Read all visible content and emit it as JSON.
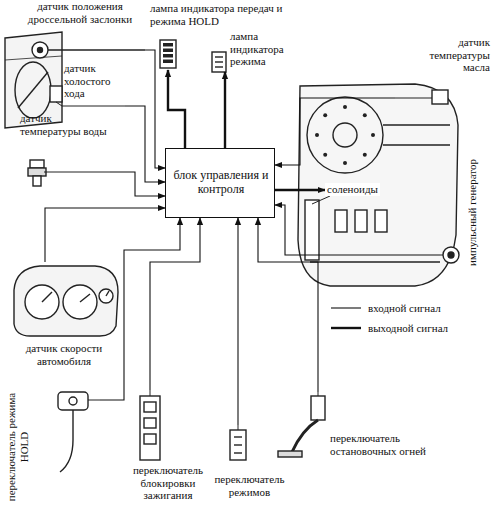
{
  "diagram": {
    "nodes": [
      {
        "text": [
          "датчик положения дроссельной заслонки"
        ]
      },
      {
        "text": [
          "лампа индикатора передач и режима HOLD"
        ]
      },
      {
        "text": [
          "лампа индикатора режима"
        ]
      },
      {
        "text": [
          "датчик холостого хода"
        ]
      },
      {
        "text": [
          "датчик температуры масла"
        ]
      },
      {
        "text": [
          "датчик температуры воды"
        ]
      },
      {
        "text": [
          "блок управления и контроля"
        ]
      },
      {
        "text": [
          "соленоиды"
        ]
      },
      {
        "text": [
          "импульсный генератор"
        ]
      },
      {
        "text": [
          "датчик скорости автомобиля"
        ]
      },
      {
        "text": [
          "переключатель режима HOLD"
        ]
      },
      {
        "text": [
          "переключатель остановочных огней"
        ]
      },
      {
        "text": [
          "переключатель блокировки зажигания"
        ]
      },
      {
        "text": [
          "переключатель режимов"
        ]
      }
    ],
    "edges": [
      {
        "from": 0,
        "to": 6,
        "arrow": "to"
      },
      {
        "from": 3,
        "to": 6,
        "arrow": "to"
      },
      {
        "from": 5,
        "to": 6,
        "arrow": "to"
      },
      {
        "from": 9,
        "to": 6,
        "arrow": "to"
      },
      {
        "from": 10,
        "to": 6,
        "arrow": "to"
      },
      {
        "from": 12,
        "to": 6,
        "arrow": "to"
      },
      {
        "from": 13,
        "to": 6,
        "arrow": "to"
      },
      {
        "from": 11,
        "to": 6,
        "arrow": "to"
      },
      {
        "from": 4,
        "to": 6,
        "arrow": "to"
      },
      {
        "from": 8,
        "to": 6,
        "arrow": "to"
      },
      {
        "from": 6,
        "to": 7,
        "arrow": "to"
      },
      {
        "from": 6,
        "to": 1,
        "arrow": "to"
      },
      {
        "from": 6,
        "to": 2,
        "arrow": "to"
      }
    ],
    "legend": [
      {
        "text": "входной сигнал"
      },
      {
        "text": "выходной сигнал"
      }
    ]
  }
}
